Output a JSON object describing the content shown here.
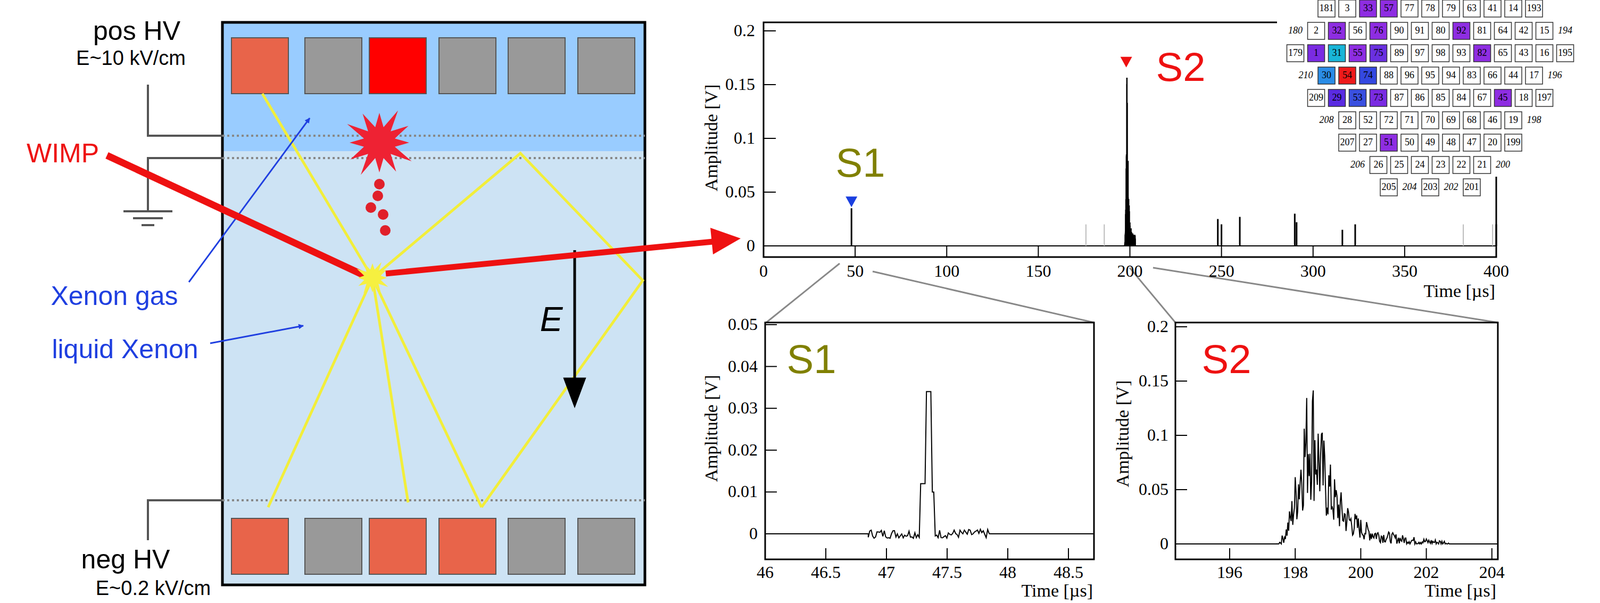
{
  "diagram": {
    "labels": [
      "pos HV",
      "E~10 kV/cm",
      "WIMP",
      "Xenon gas",
      "liquid Xenon",
      "E",
      "neg HV",
      "E~0.2 kV/cm",
      "S1",
      "S2",
      "Amplitude [V]",
      "0.2",
      "0.15",
      "0.1",
      "0.05",
      "0",
      "0",
      "50",
      "100",
      "150",
      "200",
      "250",
      "300",
      "350",
      "400",
      "Time [µs]",
      "S1",
      "Amplitude [V]",
      "0.05",
      "0.04",
      "0.03",
      "0.02",
      "0.01",
      "0",
      "46",
      "46.5",
      "47",
      "47.5",
      "48",
      "48.5",
      "Time [µs]",
      "S2",
      "Amplitude [V]",
      "0.2",
      "0.15",
      "0.1",
      "0.05",
      "0",
      "196",
      "198",
      "200",
      "202",
      "204",
      "Time [µs]",
      "181",
      "3",
      "33",
      "57",
      "77",
      "78",
      "79",
      "63",
      "41",
      "14",
      "193",
      "180",
      "2",
      "32",
      "56",
      "76",
      "90",
      "91",
      "80",
      "92",
      "81",
      "64",
      "42",
      "15",
      "194",
      "179",
      "1",
      "31",
      "55",
      "75",
      "89",
      "97",
      "98",
      "93",
      "82",
      "65",
      "43",
      "16",
      "195",
      "210",
      "30",
      "54",
      "74",
      "88",
      "96",
      "95",
      "94",
      "83",
      "66",
      "44",
      "17",
      "196",
      "209",
      "29",
      "53",
      "73",
      "87",
      "86",
      "85",
      "84",
      "67",
      "45",
      "18",
      "197",
      "208",
      "28",
      "52",
      "72",
      "71",
      "70",
      "69",
      "68",
      "46",
      "19",
      "198",
      "207",
      "27",
      "51",
      "50",
      "49",
      "48",
      "47",
      "20",
      "199",
      "206",
      "26",
      "25",
      "24",
      "23",
      "22",
      "21",
      "200",
      "205",
      "204",
      "203",
      "202",
      "201"
    ]
  }
}
